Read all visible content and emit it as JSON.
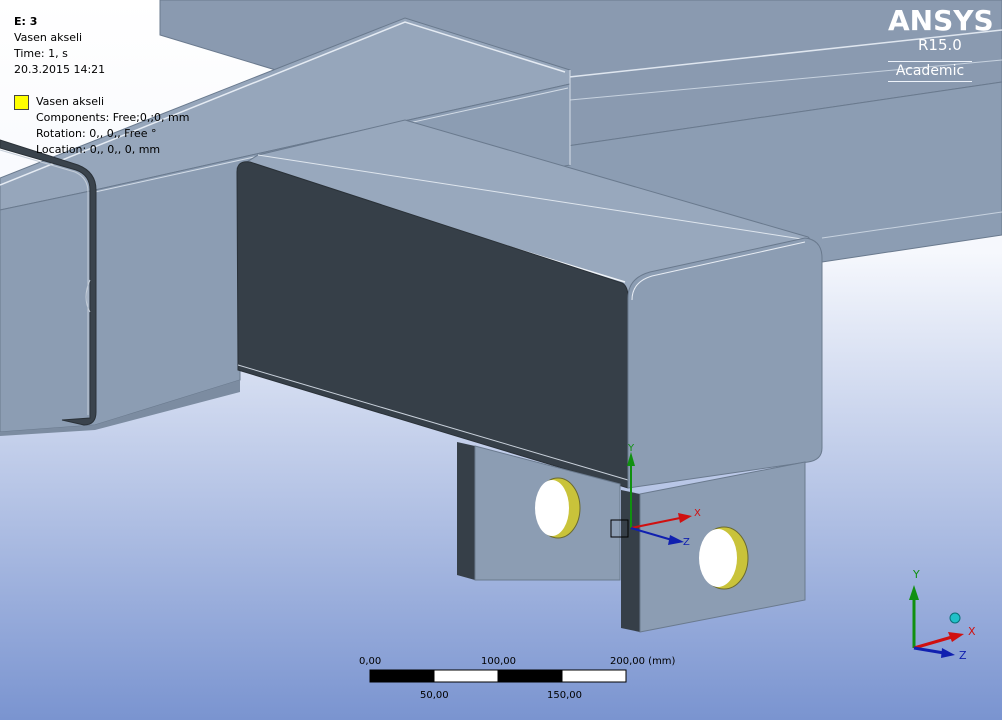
{
  "info": {
    "title": "E: 3",
    "analysis": "Vasen akseli",
    "time": "Time: 1, s",
    "timestamp": "20.3.2015 14:21"
  },
  "legend": {
    "swatch_color": "#ffff00",
    "name": "Vasen akseli",
    "components": "Components: Free;0,;0, mm",
    "rotation": "Rotation: 0,, 0,, Free °",
    "location": "Location: 0,, 0,, 0, mm"
  },
  "brand": {
    "name": "ANSYS",
    "version": "R15.0",
    "edition": "Academic"
  },
  "scale_bar": {
    "top_labels": [
      "0,00",
      "100,00",
      "200,00 (mm)"
    ],
    "bottom_labels": [
      "50,00",
      "150,00"
    ]
  },
  "triad": {
    "x_label": "X",
    "y_label": "Y",
    "z_label": "Z"
  },
  "local_csys": {
    "x_label": "X",
    "y_label": "Y",
    "z_label": "Z"
  },
  "colors": {
    "background_top": "#ffffff",
    "background_bottom": "#7a94d0",
    "body_face": "#8c9db3",
    "body_dark": "#363f48",
    "hole": "#c9c33a",
    "axis_x": "#d01010",
    "axis_y": "#109010",
    "axis_z": "#1020b0"
  }
}
